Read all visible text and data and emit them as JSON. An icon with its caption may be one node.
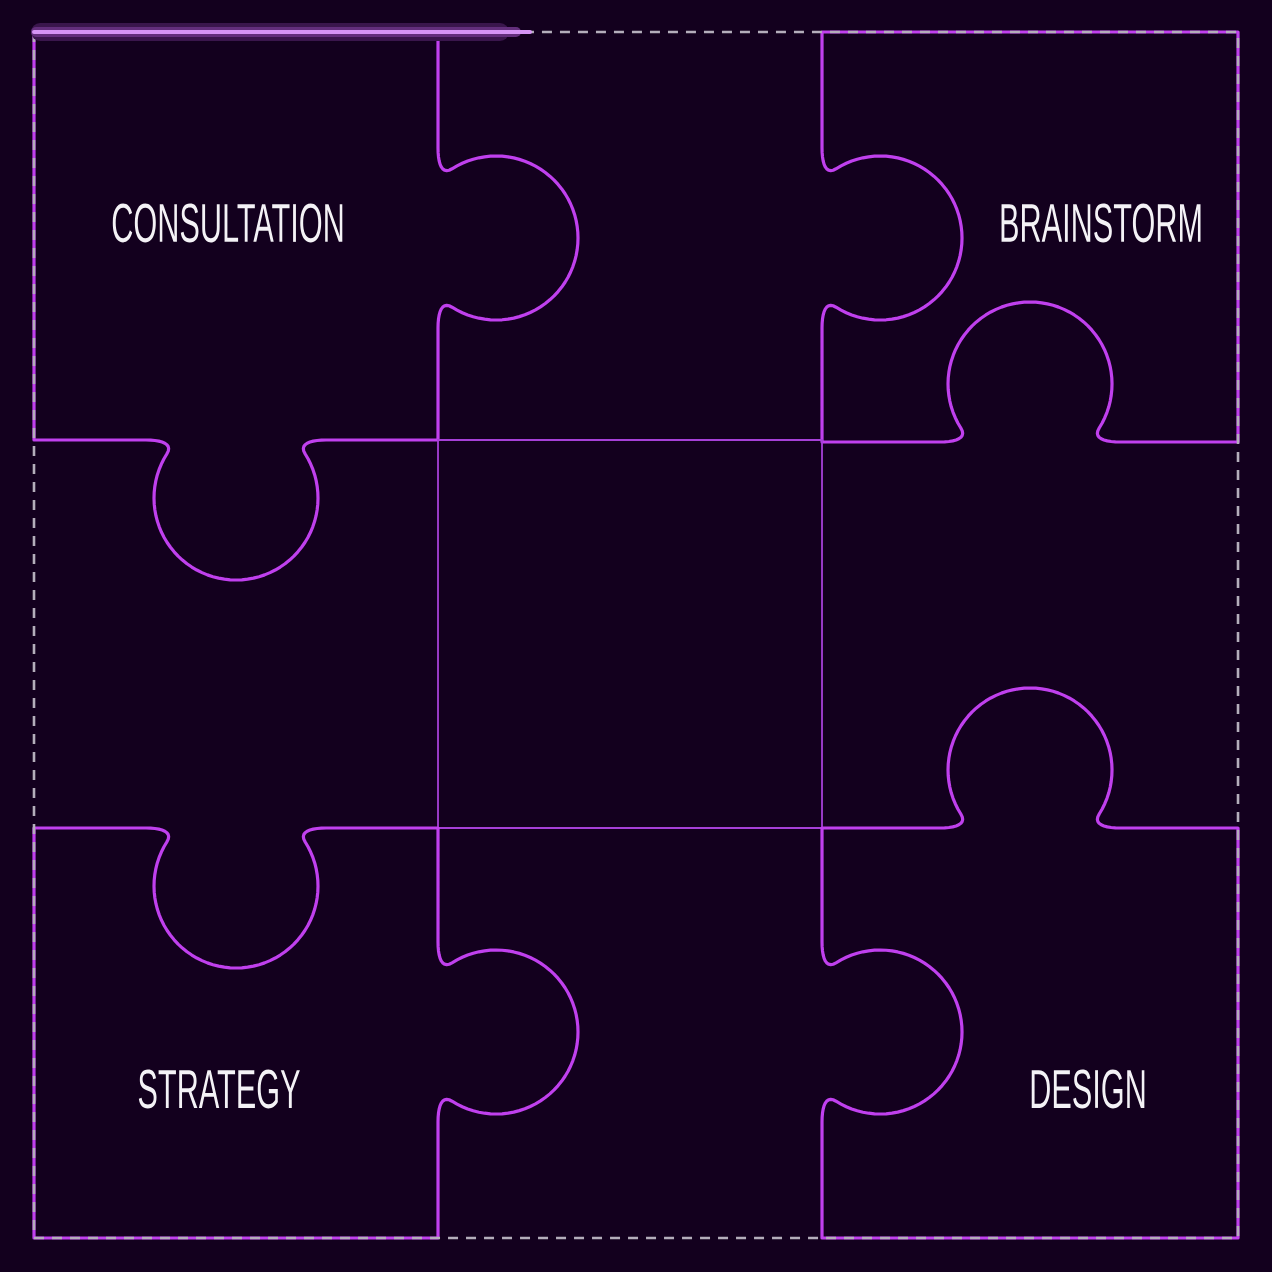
{
  "diagram": {
    "nodes": [
      {
        "text": [
          "CONSULTATION"
        ]
      },
      {
        "text": [
          "BRAINSTORM"
        ]
      },
      {
        "text": [],
        "shape": "box"
      },
      {
        "text": [
          "STRATEGY"
        ]
      },
      {
        "text": [
          "DESIGN"
        ]
      }
    ]
  }
}
